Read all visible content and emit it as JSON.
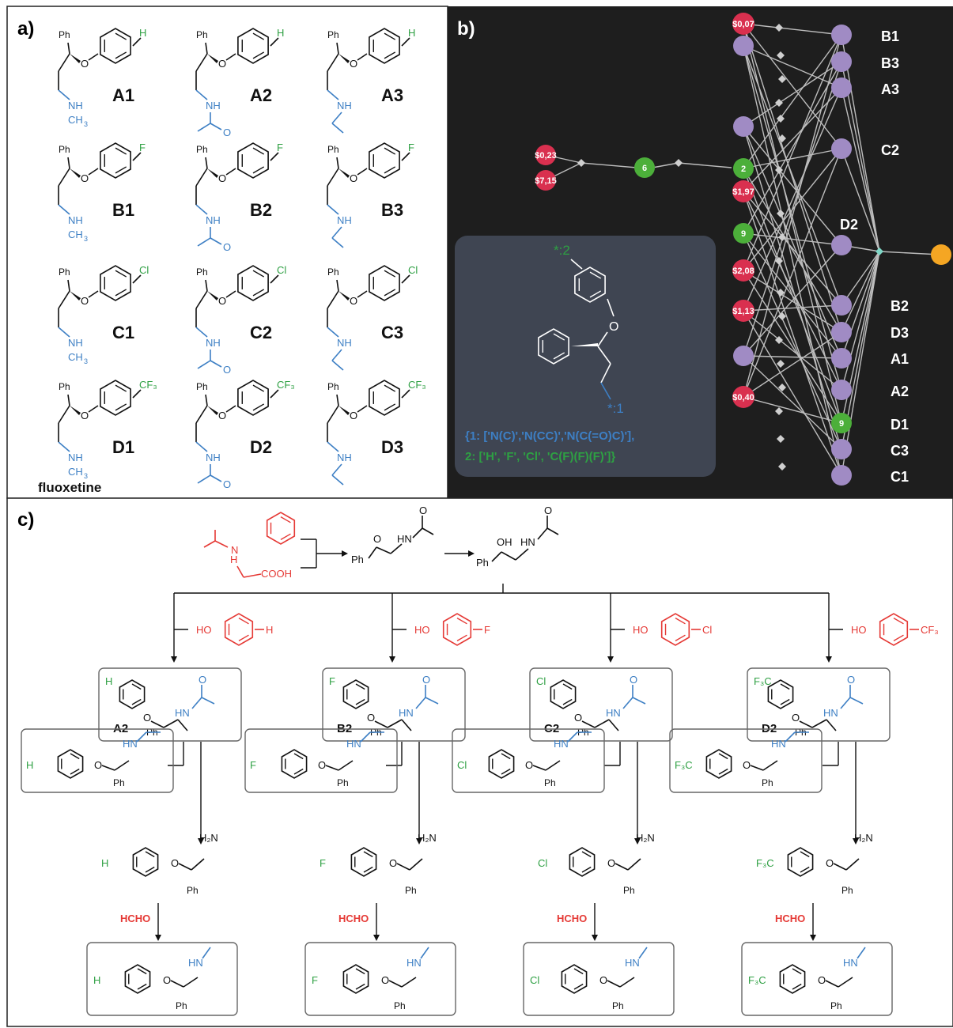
{
  "panel_a": {
    "label": "a)",
    "ph": "Ph",
    "o": "O",
    "fluoxetine_label": "fluoxetine",
    "compounds": [
      {
        "id": "A1",
        "sub": "H",
        "amine": "NHCH3"
      },
      {
        "id": "A2",
        "sub": "H",
        "amine": "acetamide"
      },
      {
        "id": "A3",
        "sub": "H",
        "amine": "NHEt"
      },
      {
        "id": "B1",
        "sub": "F",
        "amine": "NHCH3"
      },
      {
        "id": "B2",
        "sub": "F",
        "amine": "acetamide"
      },
      {
        "id": "B3",
        "sub": "F",
        "amine": "NHEt"
      },
      {
        "id": "C1",
        "sub": "Cl",
        "amine": "NHCH3"
      },
      {
        "id": "C2",
        "sub": "Cl",
        "amine": "acetamide"
      },
      {
        "id": "C3",
        "sub": "Cl",
        "amine": "NHEt"
      },
      {
        "id": "D1",
        "sub": "CF3",
        "amine": "NHCH3"
      },
      {
        "id": "D2",
        "sub": "CF3",
        "amine": "acetamide"
      },
      {
        "id": "D3",
        "sub": "CF3",
        "amine": "NHEt"
      }
    ],
    "nh": "NH",
    "ch3": "CH",
    "ch3_sub": "3",
    "o_carbonyl": "O"
  },
  "panel_b": {
    "label": "b)",
    "start_nodes": [
      "$0,23",
      "$7,15"
    ],
    "reaction_nodes": [
      "6",
      "2",
      "9",
      "9"
    ],
    "side_start_nodes": [
      "$0,07",
      "$1,97",
      "$2,08",
      "$1,13",
      "$0,40"
    ],
    "product_labels": [
      "B1",
      "B3",
      "A3",
      "C2",
      "D2",
      "B2",
      "D3",
      "A1",
      "A2",
      "D1",
      "C3",
      "C1"
    ],
    "scaffold": {
      "site2": "*:2",
      "site1": "*:1",
      "o": "O",
      "line1_blue": "{1: ['N(C)','N(CC)','N(C(=O)C)'],",
      "line2_green": "2: ['H', 'F', 'Cl', 'C(F)(F)(F)']}"
    },
    "colors": {
      "bg": "#1e1e1e",
      "start": "#d9304f",
      "reaction": "#4caf3a",
      "product": "#a08bc4",
      "target": "#f5a623",
      "edge": "#bdbdbd",
      "panel": "#3f4552"
    }
  },
  "panel_c": {
    "label": "c)",
    "reagent_cooh": "COOH",
    "reagent_nh": "H",
    "reagent_n": "N",
    "ketone_o": "O",
    "ph": "Ph",
    "hn": "HN",
    "oh": "OH",
    "ho": "HO",
    "phenol_subs": [
      "H",
      "F",
      "Cl",
      "CF3"
    ],
    "column_ids": [
      "A2",
      "B2",
      "C2",
      "D2"
    ],
    "nh2": "H2N",
    "hcho": "HCHO",
    "f3c": "F3C"
  }
}
